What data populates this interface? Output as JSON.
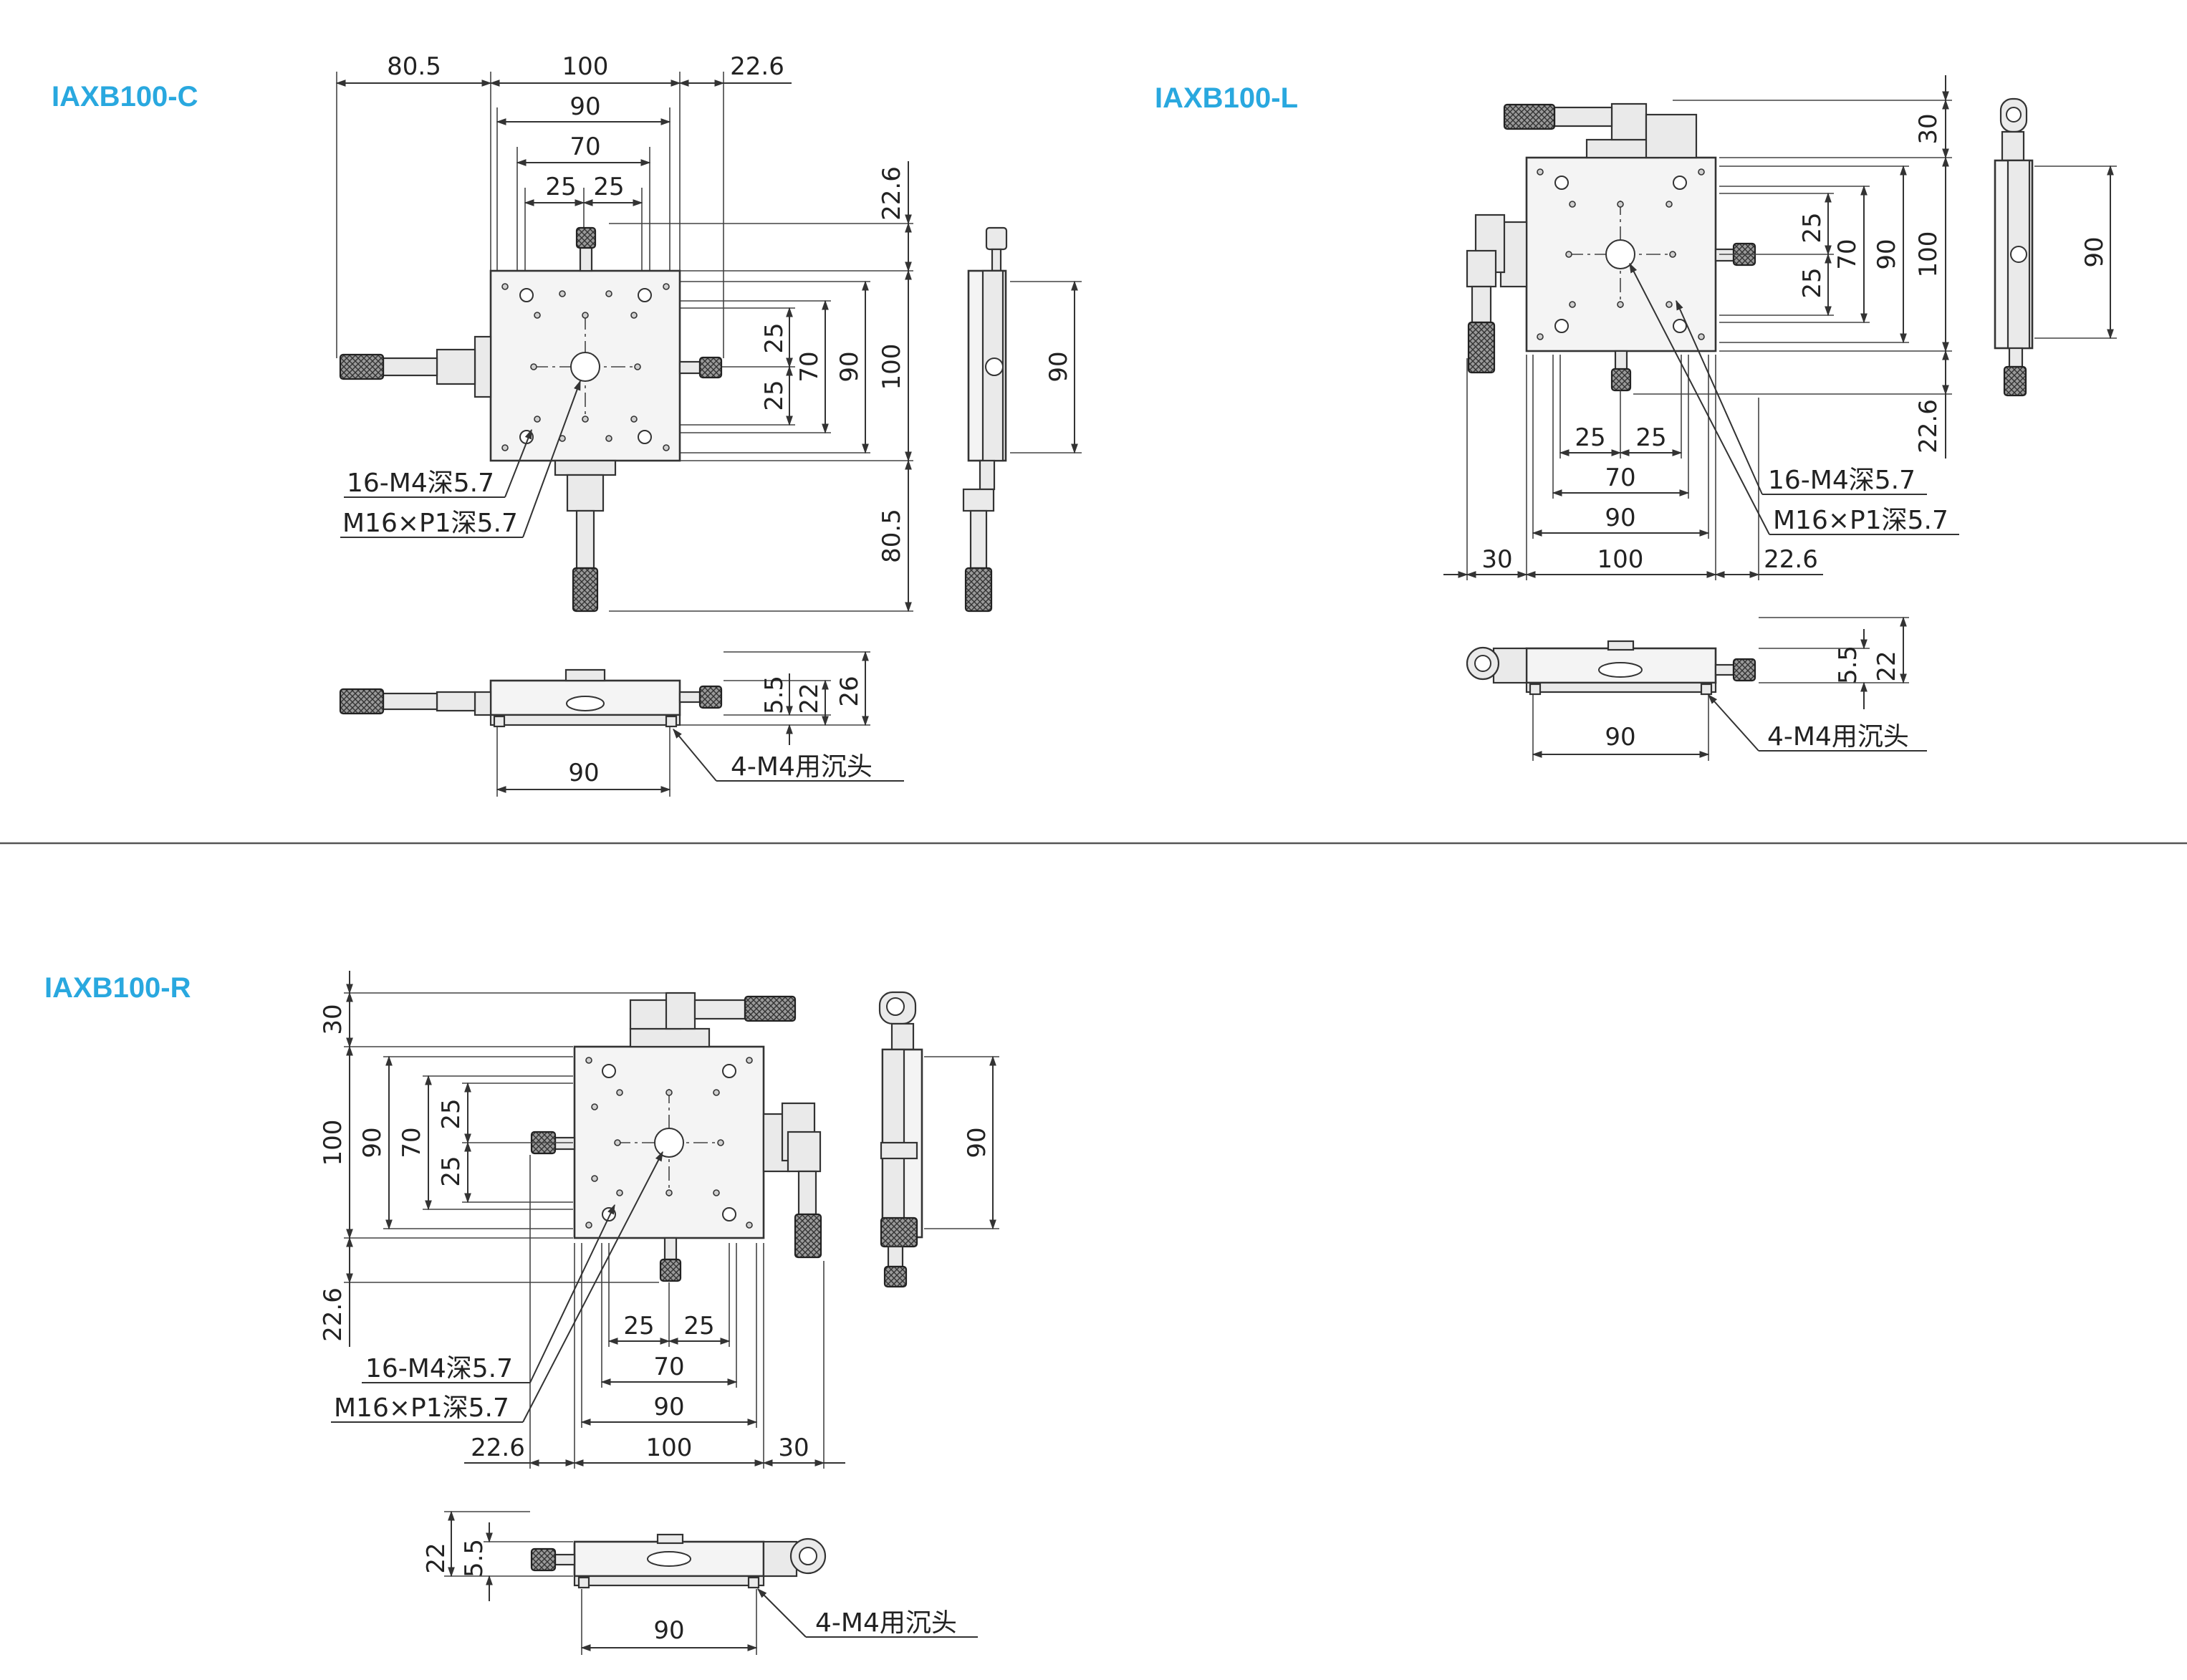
{
  "models": {
    "c": {
      "title": "IAXB100-C",
      "dims_top": [
        "80.5",
        "100",
        "22.6"
      ],
      "dims_inner": [
        "90",
        "70",
        "25",
        "25"
      ],
      "dims_right": [
        "22.6",
        "25",
        "25",
        "70",
        "90",
        "100",
        "80.5"
      ],
      "dim_side": "90",
      "callouts": [
        "16-M4深5.7",
        "M16×P1深5.7"
      ],
      "front_dims": [
        "5.5",
        "22",
        "26",
        "90"
      ],
      "front_callout": "4-M4用沉头"
    },
    "l": {
      "title": "IAXB100-L",
      "dims_right": [
        "30",
        "25",
        "25",
        "70",
        "90",
        "100",
        "22.6"
      ],
      "dims_bottom": [
        "25",
        "25",
        "70",
        "90",
        "30",
        "100",
        "22.6"
      ],
      "dim_side": "90",
      "callouts": [
        "16-M4深5.7",
        "M16×P1深5.7"
      ],
      "front_dims": [
        "5.5",
        "22",
        "90"
      ],
      "front_callout": "4-M4用沉头"
    },
    "r": {
      "title": "IAXB100-R",
      "dims_left": [
        "30",
        "100",
        "90",
        "70",
        "25",
        "25",
        "22.6"
      ],
      "dims_bottom": [
        "25",
        "25",
        "70",
        "90",
        "22.6",
        "100",
        "30"
      ],
      "dim_side": "90",
      "callouts": [
        "16-M4深5.7",
        "M16×P1深5.7"
      ],
      "front_dims": [
        "22",
        "5.5",
        "90"
      ],
      "front_callout": "4-M4用沉头"
    }
  }
}
